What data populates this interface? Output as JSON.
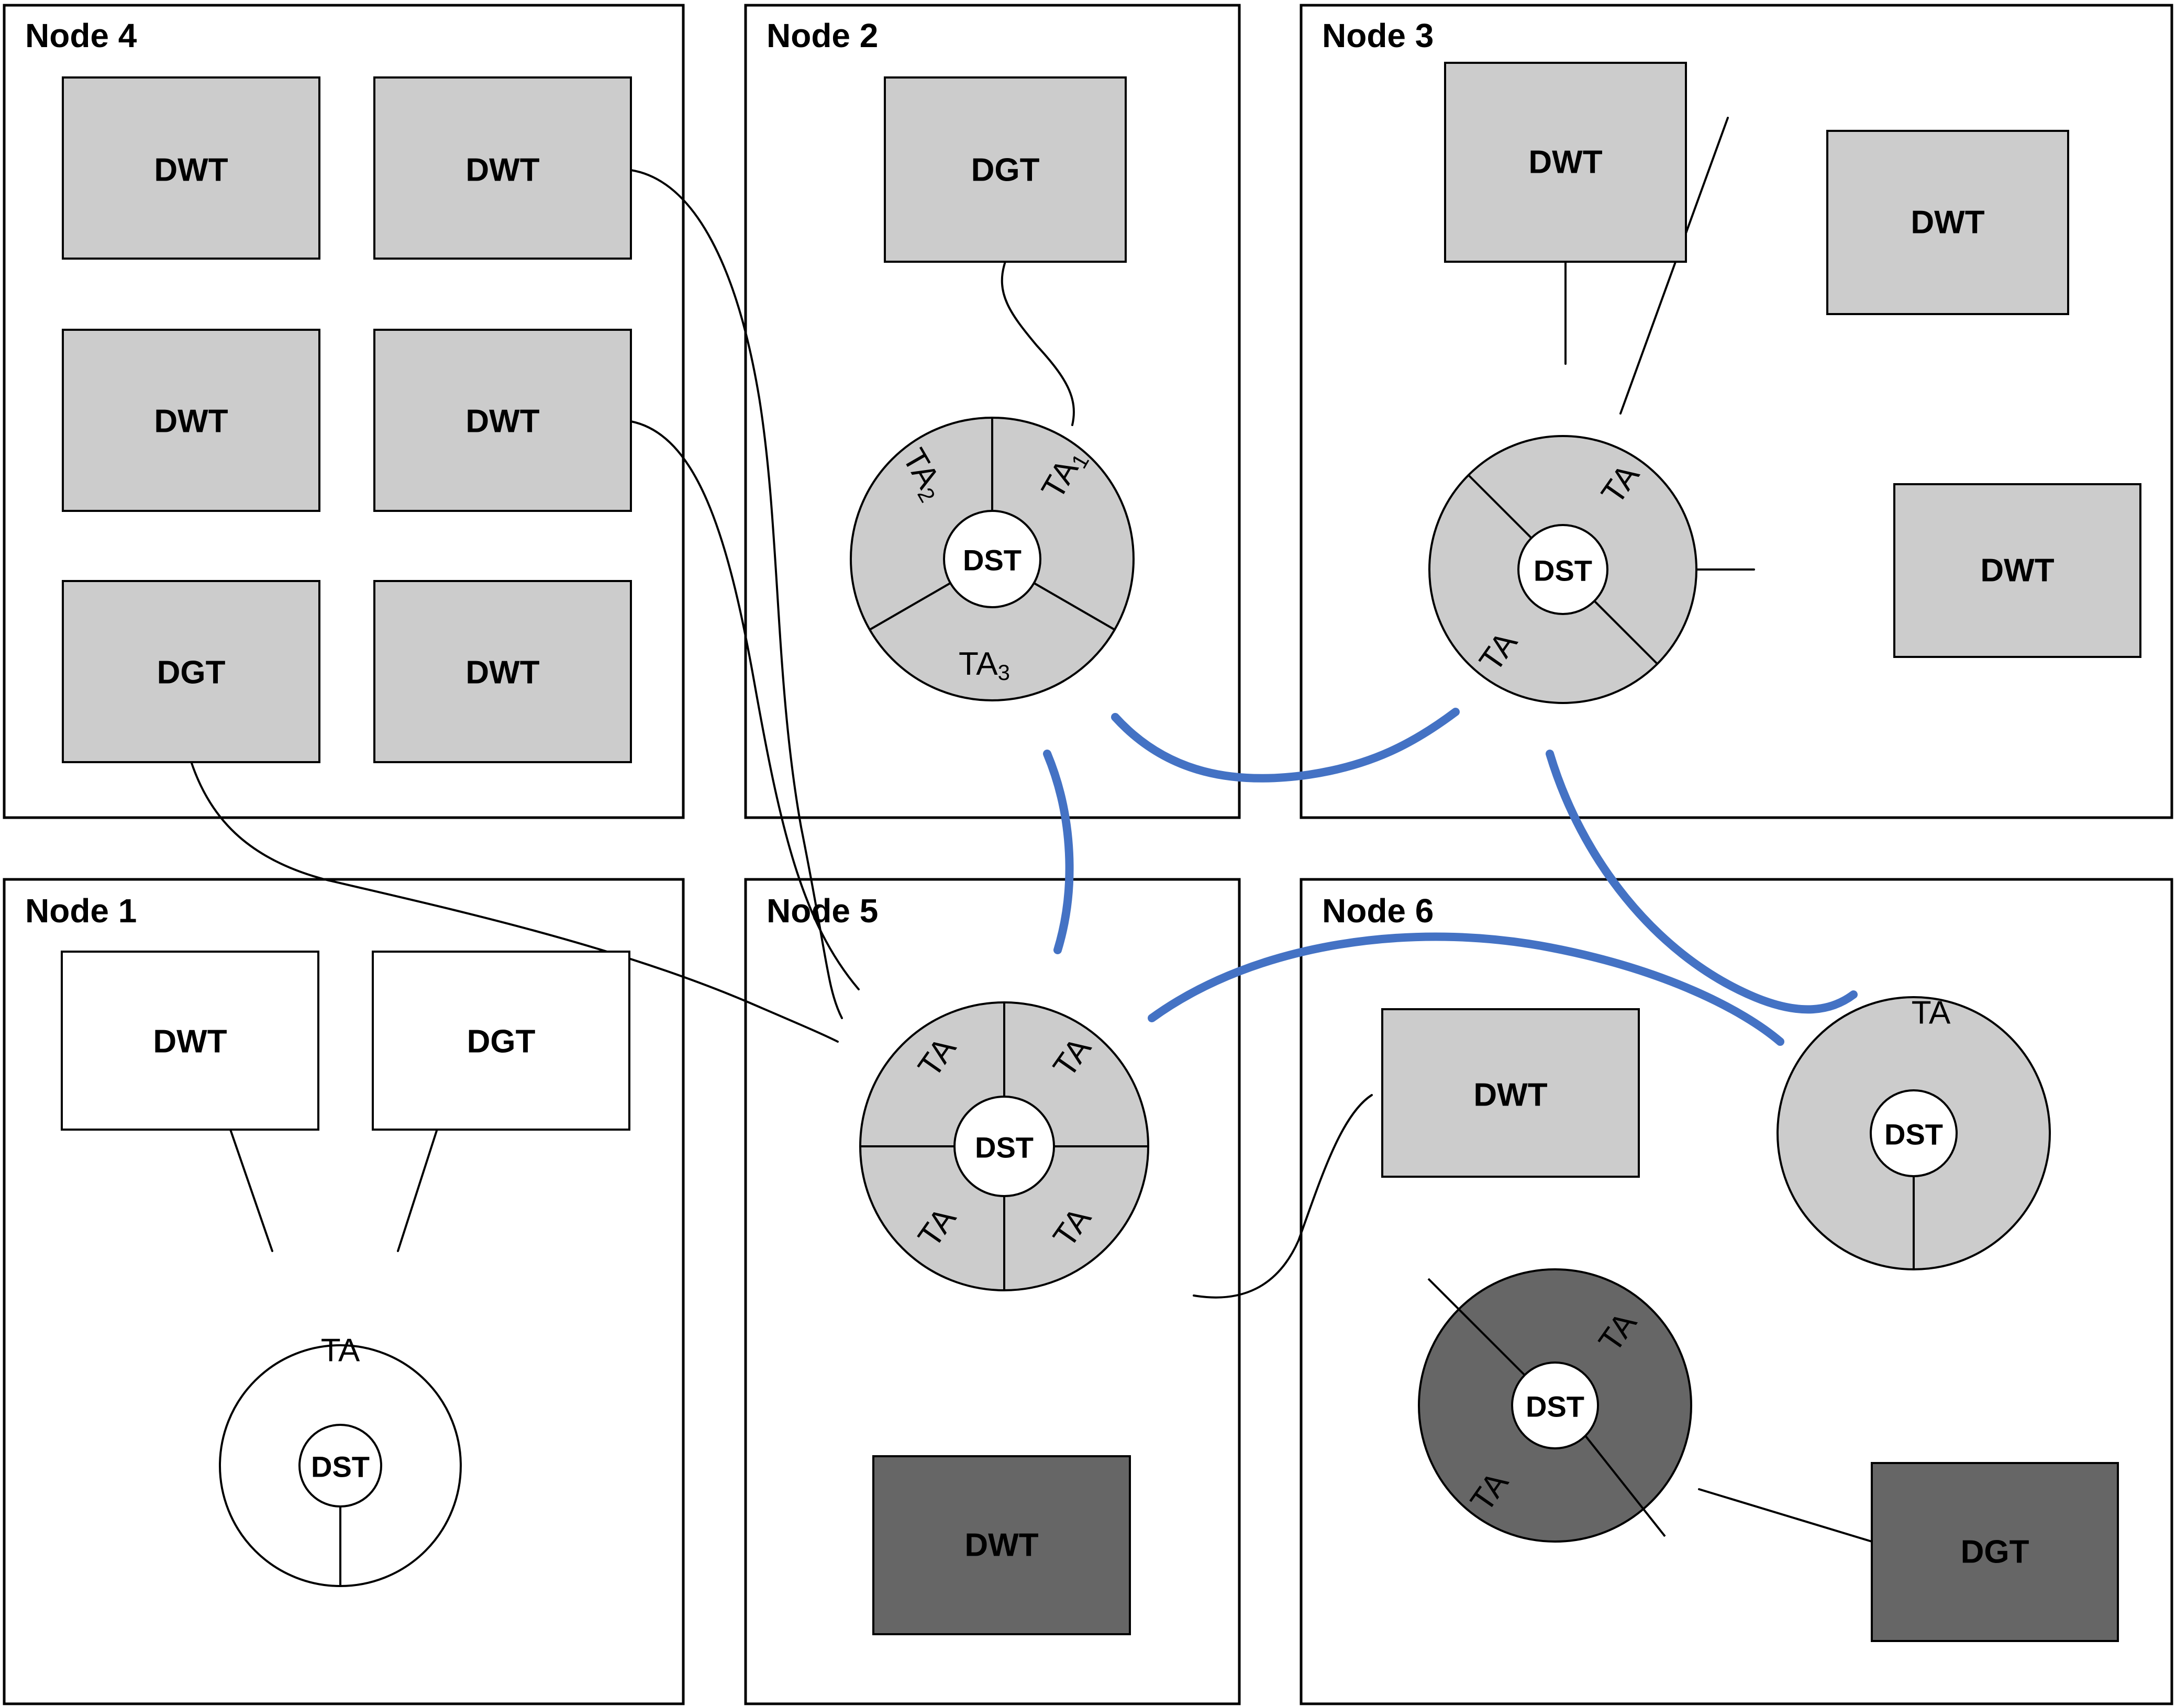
{
  "diagram": {
    "title": "Distributed node topology with DST hubs, TA sectors, DWT and DGT components",
    "colors": {
      "light_gray": "#CCCCCC",
      "dark_gray": "#666666",
      "white": "#FFFFFF",
      "outline": "#000000",
      "inter_node_link": "#4472C4"
    },
    "legend_terms": {
      "dst": "DST",
      "ta": "TA",
      "dwt": "DWT",
      "dgt": "DGT"
    }
  },
  "panels": [
    {
      "id": "node4",
      "title": "Node 4",
      "boxes": [
        {
          "label": "DWT",
          "fill": "light_gray"
        },
        {
          "label": "DWT",
          "fill": "light_gray"
        },
        {
          "label": "DWT",
          "fill": "light_gray"
        },
        {
          "label": "DWT",
          "fill": "light_gray"
        },
        {
          "label": "DGT",
          "fill": "light_gray"
        },
        {
          "label": "DWT",
          "fill": "light_gray"
        }
      ],
      "hubs": []
    },
    {
      "id": "node2",
      "title": "Node 2",
      "boxes": [
        {
          "label": "DGT",
          "fill": "light_gray"
        }
      ],
      "hubs": [
        {
          "hub_label": "DST",
          "fill": "light_gray",
          "sectors": 3,
          "sector_labels": [
            "TA1",
            "TA2",
            "TA3"
          ],
          "sector_label_base": "TA",
          "sector_label_subs": [
            "1",
            "2",
            "3"
          ]
        }
      ]
    },
    {
      "id": "node3",
      "title": "Node 3",
      "boxes": [
        {
          "label": "DWT",
          "fill": "light_gray"
        },
        {
          "label": "DWT",
          "fill": "light_gray"
        },
        {
          "label": "DWT",
          "fill": "light_gray"
        }
      ],
      "hubs": [
        {
          "hub_label": "DST",
          "fill": "light_gray",
          "sectors": 4,
          "sector_labels": [
            "TA",
            "TA"
          ],
          "sector_label_base": "TA",
          "sector_label_subs": [
            "",
            ""
          ]
        }
      ]
    },
    {
      "id": "node1",
      "title": "Node 1",
      "boxes": [
        {
          "label": "DWT",
          "fill": "white"
        },
        {
          "label": "DGT",
          "fill": "white"
        }
      ],
      "hubs": [
        {
          "hub_label": "DST",
          "fill": "white",
          "sectors": 1,
          "sector_labels": [
            "TA"
          ],
          "sector_label_base": "TA",
          "sector_label_subs": [
            ""
          ]
        }
      ]
    },
    {
      "id": "node5",
      "title": "Node 5",
      "boxes": [
        {
          "label": "DWT",
          "fill": "dark_gray"
        }
      ],
      "hubs": [
        {
          "hub_label": "DST",
          "fill": "light_gray",
          "sectors": 4,
          "sector_labels": [
            "TA",
            "TA",
            "TA",
            "TA"
          ],
          "sector_label_base": "TA",
          "sector_label_subs": [
            "",
            "",
            "",
            ""
          ]
        }
      ]
    },
    {
      "id": "node6",
      "title": "Node 6",
      "boxes": [
        {
          "label": "DWT",
          "fill": "light_gray"
        },
        {
          "label": "DGT",
          "fill": "dark_gray"
        }
      ],
      "hubs": [
        {
          "hub_label": "DST",
          "fill": "light_gray",
          "sectors": 1,
          "sector_labels": [
            "TA"
          ],
          "sector_label_base": "TA",
          "sector_label_subs": [
            ""
          ]
        },
        {
          "hub_label": "DST",
          "fill": "dark_gray",
          "sectors": 3,
          "sector_labels": [
            "TA",
            "TA"
          ],
          "sector_label_base": "TA",
          "sector_label_subs": [
            "",
            ""
          ]
        }
      ]
    }
  ],
  "labels": {
    "node4_title": "Node 4",
    "node2_title": "Node 2",
    "node3_title": "Node 3",
    "node1_title": "Node 1",
    "node5_title": "Node 5",
    "node6_title": "Node 6",
    "n4_b1": "DWT",
    "n4_b2": "DWT",
    "n4_b3": "DWT",
    "n4_b4": "DWT",
    "n4_b5": "DGT",
    "n4_b6": "DWT",
    "n2_b1": "DGT",
    "n2_hub": "DST",
    "n2_ta1": "TA",
    "n2_ta1_sub": "1",
    "n2_ta2": "TA",
    "n2_ta2_sub": "2",
    "n2_ta3": "TA",
    "n2_ta3_sub": "3",
    "n3_b1": "DWT",
    "n3_b2": "DWT",
    "n3_b3": "DWT",
    "n3_hub": "DST",
    "n3_ta1": "TA",
    "n3_ta2": "TA",
    "n1_b1": "DWT",
    "n1_b2": "DGT",
    "n1_hub": "DST",
    "n1_ta1": "TA",
    "n5_hub": "DST",
    "n5_ta1": "TA",
    "n5_ta2": "TA",
    "n5_ta3": "TA",
    "n5_ta4": "TA",
    "n5_b1": "DWT",
    "n6_b1": "DWT",
    "n6_hub1": "DST",
    "n6_ta1": "TA",
    "n6_hub2": "DST",
    "n6_ta2": "TA",
    "n6_ta3": "TA",
    "n6_b2": "DGT"
  }
}
